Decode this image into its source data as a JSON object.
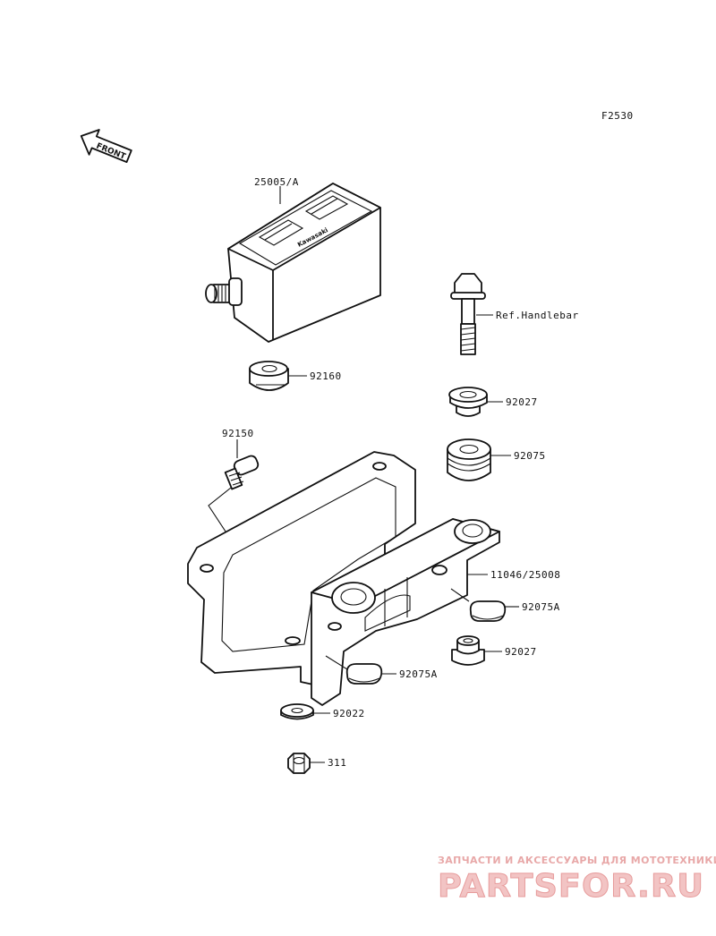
{
  "diagram_code": "F2530",
  "front_label": "FRONT",
  "logo_mark": "Kawasaki",
  "callouts": {
    "p25005": "25005/A",
    "ref_handlebar": "Ref.Handlebar",
    "p92160": "92160",
    "p92027_top": "92027",
    "p92150": "92150",
    "p92075": "92075",
    "p11046": "11046/25008",
    "p92075A_right": "92075A",
    "p92027_bottom": "92027",
    "p92075A_left": "92075A",
    "p92022": "92022",
    "p311": "311"
  },
  "watermark": {
    "top_text": "ЗАПЧАСТИ И АКСЕССУАРЫ ДЛЯ МОТОТЕХНИКИ",
    "logo_text": "PARTSFOR.RU"
  }
}
